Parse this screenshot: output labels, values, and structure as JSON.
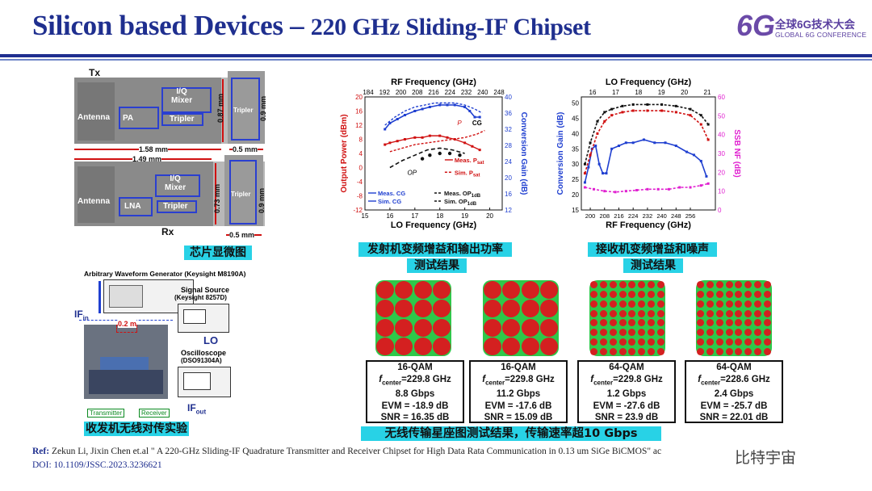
{
  "title": {
    "main": "Silicon based Devices",
    "dash": "–",
    "sub": "220 GHz Sliding-IF Chipset"
  },
  "logo": {
    "mark": "6G",
    "zh": "全球6G技术大会",
    "en": "GLOBAL 6G CONFERENCE"
  },
  "chip": {
    "tx": "Tx",
    "rx": "Rx",
    "antenna": "Antenna",
    "pa": "PA",
    "lna": "LNA",
    "iq_mixer_tx": "I/Q\nMixer",
    "iq_mixer_rx": "I/Q\nMixer",
    "tripler": "Tripler",
    "dim_158": "1.58 mm",
    "dim_149": "1.49 mm",
    "dim_087": "0.87 mm",
    "dim_09a": "0.9 mm",
    "dim_05a": "0.5 mm",
    "dim_073": "0.73 mm",
    "dim_09b": "0.9 mm",
    "dim_05b": "0.5 mm",
    "caption": "芯片显微图"
  },
  "tx_chart": {
    "top_title": "RF Frequency (GHz)",
    "top_ticks": [
      "184",
      "192",
      "200",
      "208",
      "216",
      "224",
      "232",
      "240",
      "248"
    ],
    "xlabel": "LO Frequency (GHz)",
    "ylabel_left": "Output Power (dBm)",
    "ylabel_right": "Conversion Gain (dB)",
    "x_ticks": [
      "15",
      "16",
      "17",
      "18",
      "19",
      "20"
    ],
    "yl_ticks": [
      "20",
      "16",
      "12",
      "8",
      "4",
      "0",
      "-4",
      "-8",
      "-12"
    ],
    "yr_ticks": [
      "40",
      "36",
      "32",
      "28",
      "24",
      "20",
      "16",
      "12"
    ],
    "ann_cg": "CG",
    "ann_psat": "P",
    "ann_op": "OP",
    "legend": [
      "Meas. P",
      "Sim. P",
      "Meas. CG",
      "Meas. OP",
      "Sim. CG",
      "Sim. OP"
    ],
    "legend_sub": [
      "sat",
      "sat",
      "",
      "1dB",
      "",
      "1dB"
    ],
    "caption_l1": "发射机变频增益和输出功率",
    "caption_l2": "测试结果"
  },
  "rx_chart": {
    "top_title": "LO Frequency (GHz)",
    "top_ticks": [
      "16",
      "17",
      "18",
      "19",
      "20",
      "21"
    ],
    "xlabel": "RF Frequency (GHz)",
    "ylabel_left": "Conversion Gain (dB)",
    "ylabel_right": "SSB NF (dB)",
    "x_ticks": [
      "200",
      "208",
      "216",
      "224",
      "232",
      "240",
      "248",
      "256"
    ],
    "yl_ticks": [
      "50",
      "45",
      "40",
      "35",
      "30",
      "25",
      "20",
      "15"
    ],
    "yr_ticks": [
      "60",
      "50",
      "40",
      "30",
      "20",
      "10",
      "0"
    ],
    "caption_l1": "接收机变频增益和噪声",
    "caption_l2": "测试结果"
  },
  "chart_data": [
    {
      "type": "line",
      "title": "",
      "xlabel": "LO Frequency (GHz)",
      "ylabel": "Output Power (dBm)",
      "y2label": "Conversion Gain (dB)",
      "xlim": [
        15,
        20.5
      ],
      "ylim": [
        -12,
        20
      ],
      "y2lim": [
        12,
        40
      ],
      "series": [
        {
          "name": "Meas. CG",
          "axis": "right",
          "x": [
            15.8,
            16,
            16.3,
            16.6,
            17,
            17.3,
            17.6,
            18,
            18.3,
            18.6,
            19,
            19.2,
            19.4,
            19.6
          ],
          "values": [
            32,
            33.5,
            34.5,
            35.5,
            36.5,
            37,
            37.5,
            38,
            38,
            38,
            37.5,
            36.5,
            35,
            35
          ]
        },
        {
          "name": "Sim. CG",
          "axis": "right",
          "x": [
            15.8,
            16.2,
            16.6,
            17,
            17.4,
            17.8,
            18.2,
            18.6,
            19,
            19.4,
            19.7
          ],
          "values": [
            33,
            35,
            36.5,
            37.5,
            38,
            38.5,
            38.5,
            38.5,
            38,
            37,
            36
          ]
        },
        {
          "name": "Meas. Psat",
          "axis": "left",
          "x": [
            15.8,
            16,
            16.3,
            16.6,
            17,
            17.3,
            17.6,
            18,
            18.3,
            18.6,
            19,
            19.3,
            19.6
          ],
          "values": [
            6.5,
            7,
            7.5,
            8,
            8.5,
            8.5,
            9,
            9,
            8.5,
            8,
            7,
            6,
            5
          ]
        },
        {
          "name": "Sim. Psat",
          "axis": "left",
          "x": [
            16,
            16.5,
            17,
            17.5,
            18,
            18.5,
            19,
            19.5,
            19.8
          ],
          "values": [
            4.5,
            5.5,
            6.5,
            7,
            7.5,
            8,
            8.5,
            9.5,
            10.5
          ]
        },
        {
          "name": "Meas. OP1dB",
          "axis": "left",
          "x": [
            17.3,
            17.6,
            18,
            18.4,
            18.8
          ],
          "values": [
            2.5,
            3.5,
            4,
            4,
            3.5
          ]
        },
        {
          "name": "Sim. OP1dB",
          "axis": "left",
          "x": [
            16,
            16.5,
            17,
            17.5,
            18,
            18.5,
            19
          ],
          "values": [
            0,
            2,
            3.5,
            5,
            5.5,
            5,
            4
          ]
        }
      ]
    },
    {
      "type": "line",
      "title": "",
      "xlabel": "RF Frequency (GHz)",
      "ylabel": "Conversion Gain (dB)",
      "y2label": "SSB NF (dB)",
      "xlim": [
        195,
        270
      ],
      "ylim": [
        15,
        52
      ],
      "y2lim": [
        0,
        60
      ],
      "series": [
        {
          "name": "CG meas (blue)",
          "axis": "left",
          "x": [
            197,
            199,
            201,
            203,
            205,
            207,
            209,
            212,
            216,
            220,
            224,
            230,
            236,
            242,
            248,
            254,
            258,
            262,
            265
          ],
          "values": [
            24,
            29,
            35,
            36,
            30,
            27,
            27,
            35,
            36,
            37,
            37,
            38,
            37,
            37,
            36,
            34,
            33,
            31,
            26
          ]
        },
        {
          "name": "CG sim (black)",
          "axis": "left",
          "x": [
            197,
            200,
            204,
            208,
            212,
            218,
            224,
            232,
            240,
            248,
            256,
            262,
            266
          ],
          "values": [
            30,
            37,
            44,
            47,
            48,
            49,
            49.5,
            49.5,
            49.5,
            49,
            48,
            46,
            43
          ]
        },
        {
          "name": "CG (red)",
          "axis": "left",
          "x": [
            197,
            200,
            204,
            208,
            212,
            218,
            224,
            232,
            240,
            248,
            256,
            262,
            266
          ],
          "values": [
            27,
            33,
            40,
            44,
            46,
            47,
            47.5,
            47.5,
            47.5,
            47,
            46,
            43,
            38
          ]
        },
        {
          "name": "NF (magenta)",
          "axis": "right",
          "x": [
            197,
            202,
            208,
            214,
            220,
            226,
            232,
            238,
            244,
            250,
            256,
            262,
            266
          ],
          "values": [
            12,
            11,
            10,
            9.5,
            10,
            10.5,
            11,
            11,
            11,
            12,
            12,
            13,
            14
          ]
        }
      ]
    }
  ],
  "constellations": [
    {
      "qam": "16-QAM",
      "fcenter": "=229.8 GHz",
      "rate": "8.8 Gbps",
      "evm": "EVM = -18.9 dB",
      "snr": "SNR = 16.35 dB",
      "n": 4
    },
    {
      "qam": "16-QAM",
      "fcenter": "=229.8 GHz",
      "rate": "11.2 Gbps",
      "evm": "EVM = -17.6 dB",
      "snr": "SNR = 15.09 dB",
      "n": 4
    },
    {
      "qam": "64-QAM",
      "fcenter": "=229.8 GHz",
      "rate": "1.2 Gbps",
      "evm": "EVM = -27.6 dB",
      "snr": "SNR = 23.9 dB",
      "n": 8
    },
    {
      "qam": "64-QAM",
      "fcenter": "=228.6 GHz",
      "rate": "2.4 Gbps",
      "evm": "EVM = -25.7 dB",
      "snr": "SNR = 22.01 dB",
      "n": 8
    }
  ],
  "fcenter_sym": "f",
  "fcenter_sub": "center",
  "constellation_caption": "无线传输星座图测试结果，传输速率超10 Gbps",
  "setup": {
    "awg": "Arbitrary Waveform Generator (Keysight M8190A)",
    "sig": "Signal Source",
    "sig_model": "(Keysight  8257D)",
    "ifin": "IF",
    "ifin_sub": "in",
    "dist": "0.2 m",
    "lo": "LO",
    "osc": "Oscilloscope",
    "osc_model": "(DSO91304A)",
    "ifout": "IF",
    "ifout_sub": "out",
    "transmitter": "Transmitter",
    "receiver": "Receiver",
    "caption": "收发机无线对传实验"
  },
  "ref": {
    "label": "Ref:",
    "text": " Zekun Li,   Jixin Chen et.al \" A    220-GHz Sliding-IF Quadrature Transmitter and Receiver Chipset for High Data Rata Communication in 0.13 um SiGe BiCMOS\"  ac"
  },
  "doi": "DOI: 10.1109/JSSC.2023.3236621",
  "watermark": "比特宇宙",
  "colors": {
    "title": "#1f2f8f",
    "caption_bg": "#28d2e6",
    "blue": "#1f3fd0",
    "red": "#d01010",
    "magenta": "#e020d0"
  }
}
